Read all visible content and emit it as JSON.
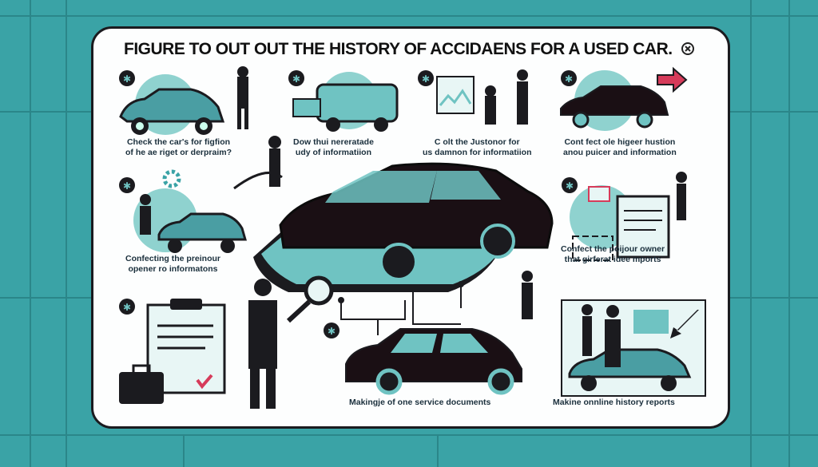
{
  "title": "Figure to out out the history of accidaens for a used car.",
  "title_display": "FIGURE TO OUT OUT THE HISTORY OF ACCIDAENS FOR A USED CAR.",
  "captions": {
    "c1": [
      "Check the car's for figfion",
      "of he ae riget or derpraim?"
    ],
    "c2": [
      "Dow thui nereratade",
      "udy of informatiion"
    ],
    "c3": [
      "C olt the Justonor for",
      "us damnon for informatiion"
    ],
    "c4": [
      "Cont fect ole higeer hustion",
      "anou puicer and information"
    ],
    "c5": [
      "Confecting the preinour",
      "opener ro informatons"
    ],
    "c6": [
      "Confect the poijour owner",
      "that girferat idee mports"
    ],
    "c7": [
      "Makingje of one service documents"
    ],
    "c8": [
      "Makine onnline history reports"
    ]
  },
  "icons": [
    "star-badge-icon",
    "close-icon",
    "clipboard-icon",
    "briefcase-icon",
    "magnifier-icon",
    "gear-icon",
    "arrow-icon"
  ],
  "colors": {
    "background": "#3aa3a6",
    "teal": "#6fc3c2",
    "dark": "#1b1b1f",
    "car": "#1a0f14",
    "accent": "#d63b5a"
  }
}
